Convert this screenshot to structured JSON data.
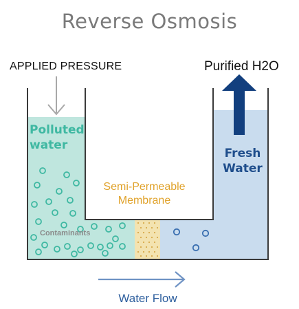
{
  "title": "Reverse Osmosis",
  "labels": {
    "applied_pressure": "APPLIED PRESSURE",
    "purified": "Purified H2O",
    "polluted_line1": "Polluted",
    "polluted_line2": "water",
    "fresh_line1": "Fresh",
    "fresh_line2": "Water",
    "membrane_line1": "Semi-Permeable",
    "membrane_line2": "Membrane",
    "contaminants": "Contaminants",
    "water_flow": "Water Flow"
  },
  "colors": {
    "polluted_water": "#bfe6de",
    "fresh_water": "#c9dcee",
    "membrane": "#f3e3b0",
    "particle_green": "#3fb8a2",
    "particle_blue": "#3a6fb0",
    "purified_arrow": "#123f7e",
    "flow_arrow": "#6f93c4",
    "pressure_arrow": "#a8a8a8"
  }
}
